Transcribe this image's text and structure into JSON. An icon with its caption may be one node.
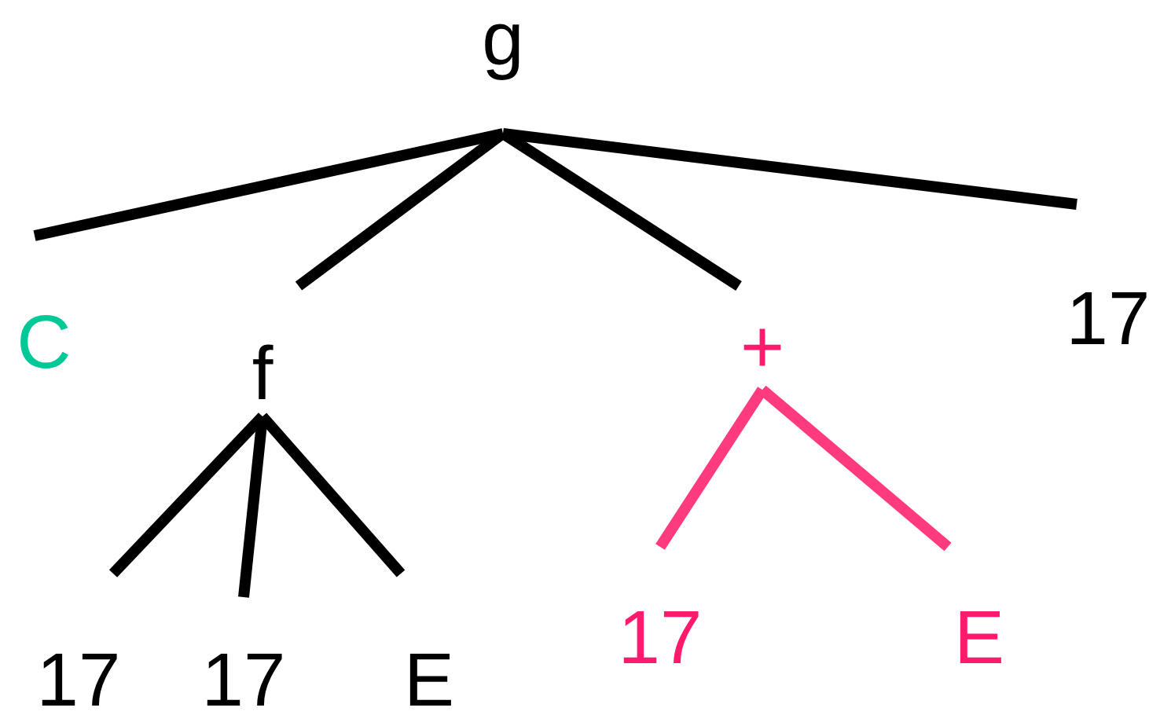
{
  "diagram": {
    "nodes": [
      {
        "text": [
          "g"
        ]
      },
      {
        "text": [
          "C"
        ]
      },
      {
        "text": [
          "f"
        ]
      },
      {
        "text": [
          "+"
        ]
      },
      {
        "text": [
          "17"
        ]
      },
      {
        "text": [
          "17"
        ]
      },
      {
        "text": [
          "17"
        ]
      },
      {
        "text": [
          "E"
        ]
      },
      {
        "text": [
          "17"
        ]
      },
      {
        "text": [
          "E"
        ]
      }
    ],
    "edges": [
      {
        "from": 0,
        "to": 1,
        "arrow": "none"
      },
      {
        "from": 0,
        "to": 2,
        "arrow": "none"
      },
      {
        "from": 0,
        "to": 3,
        "arrow": "none"
      },
      {
        "from": 0,
        "to": 4,
        "arrow": "none"
      },
      {
        "from": 2,
        "to": 5,
        "arrow": "none"
      },
      {
        "from": 2,
        "to": 6,
        "arrow": "none"
      },
      {
        "from": 2,
        "to": 7,
        "arrow": "none"
      },
      {
        "from": 3,
        "to": 8,
        "arrow": "none",
        "color": "#ff3a7f"
      },
      {
        "from": 3,
        "to": 9,
        "arrow": "none",
        "color": "#ff3a7f"
      }
    ]
  }
}
